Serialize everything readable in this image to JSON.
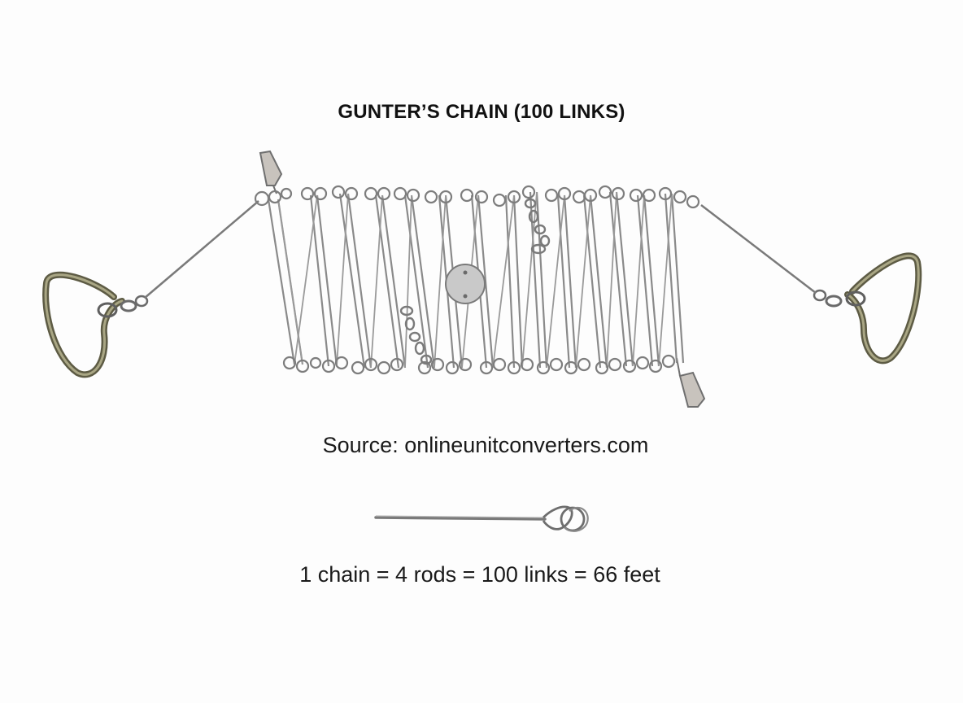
{
  "figure": {
    "title": "GUNTER’S CHAIN (100 LINKS)",
    "source": "Source: onlineunitconverters.com",
    "equation": "1 chain = 4 rods = 100 links = 66 feet"
  },
  "colors": {
    "wire": "#8a8a8a",
    "wire_dark": "#5f5f5f",
    "handle": "#7c7a5e",
    "tag": "#c7c2bc",
    "disc": "#c9c9c9",
    "text": "#111111"
  },
  "icons": {
    "left_handle": "brass-handle-icon",
    "right_handle": "brass-handle-icon",
    "tally_tag": "tally-tag-icon",
    "center_disc": "center-tally-disc-icon",
    "single_link": "chain-link-icon"
  }
}
